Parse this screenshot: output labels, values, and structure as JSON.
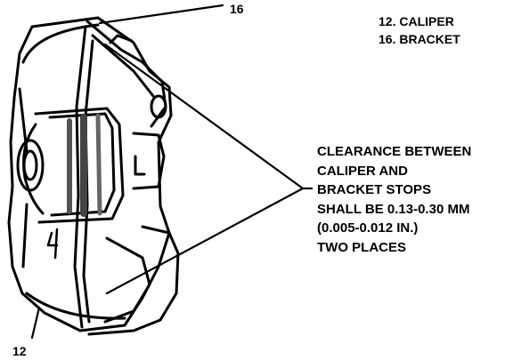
{
  "callouts": {
    "bracket_number": "16",
    "caliper_number": "12"
  },
  "legend": {
    "items": [
      "12. CALIPER",
      "16. BRACKET"
    ]
  },
  "note": {
    "lines": [
      "CLEARANCE BETWEEN",
      "CALIPER AND",
      "BRACKET STOPS",
      "SHALL BE 0.13-0.30 MM",
      "(0.005-0.012 IN.)",
      "TWO PLACES"
    ]
  }
}
